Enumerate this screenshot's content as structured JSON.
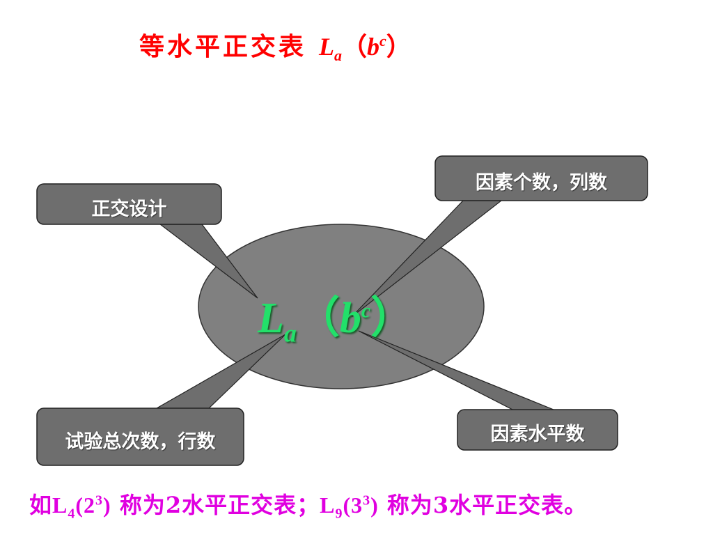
{
  "title": {
    "chinese": "等水平正交表",
    "symbol_L": "L",
    "symbol_a": "a",
    "paren_open": "（",
    "symbol_b": "b",
    "symbol_c": "c",
    "paren_close": "）"
  },
  "center": {
    "L": "L",
    "a": "a",
    "paren_open": "（",
    "b": "b",
    "c": "c",
    "paren_close": "）"
  },
  "callouts": {
    "orthogonal_design": "正交设计",
    "factor_count": "因素个数，列数",
    "total_trials": "试验总次数，行数",
    "factor_levels": "因素水平数"
  },
  "footer": {
    "prefix": "如",
    "ex1_L": "L",
    "ex1_sub": "4",
    "ex1_base": "(2",
    "ex1_sup": "3",
    "ex1_close": ")",
    "ex1_desc": " 称为2水平正交表；",
    "ex2_L": "L",
    "ex2_sub": "9",
    "ex2_base": "(3",
    "ex2_sup": "3",
    "ex2_close": ")",
    "ex2_desc": " 称为3水平正交表。"
  },
  "colors": {
    "title": "#ff0000",
    "center_text": "#22e06a",
    "ellipse": "#808080",
    "callout_box": "#707070",
    "footer": "#e000e0"
  }
}
